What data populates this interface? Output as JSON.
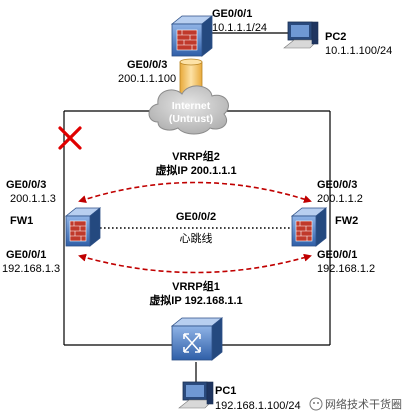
{
  "devices": {
    "top_fw_port": "GE0/0/1",
    "top_fw_ip": "10.1.1.1/24",
    "top_fw_uplink_port": "GE0/0/3",
    "top_fw_uplink_ip": "200.1.1.100",
    "pc2_name": "PC2",
    "pc2_ip": "10.1.1.100/24",
    "cloud_line1": "Internet",
    "cloud_line2": "(Untrust)",
    "fw1_name": "FW1",
    "fw1_up_port": "GE0/0/3",
    "fw1_up_ip": "200.1.1.3",
    "fw1_down_port": "GE0/0/1",
    "fw1_down_ip": "192.168.1.3",
    "fw2_name": "FW2",
    "fw2_up_port": "GE0/0/3",
    "fw2_up_ip": "200.1.1.2",
    "fw2_down_port": "GE0/0/1",
    "fw2_down_ip": "192.168.1.2",
    "heartbeat_port": "GE0/0/2",
    "heartbeat_label": "心跳线",
    "pc1_name": "PC1",
    "pc1_ip": "192.168.1.100/24"
  },
  "vrrp": {
    "group2_name": "VRRP组2",
    "group2_vip": "虚拟IP 200.1.1.1",
    "group1_name": "VRRP组1",
    "group1_vip": "虚拟IP 192.168.1.1"
  },
  "watermark": "网络技术干货圈",
  "colors": {
    "link": "#000000",
    "vrrp_arrow": "#c00000",
    "failure_x": "#e00000",
    "device_blue": "#3b6fb6",
    "cylinder": "#f3c56a"
  }
}
